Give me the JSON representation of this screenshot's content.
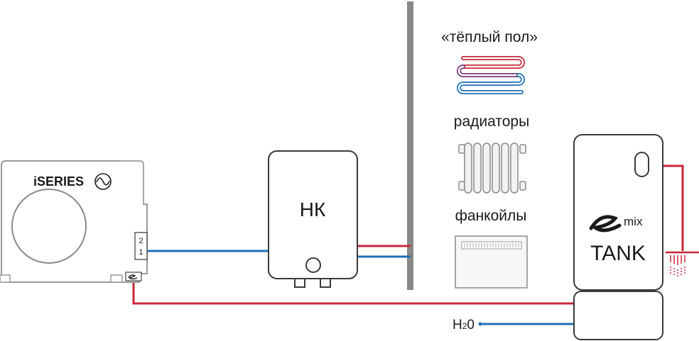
{
  "heat_pump": {
    "brand": "iSERIES",
    "connector_top": "2",
    "connector_bottom": "1"
  },
  "hydro_module": {
    "label": "НК"
  },
  "emitters": {
    "floor_label": "«тёплый пол»",
    "radiators_label": "радиаторы",
    "fancoils_label": "фанкойлы"
  },
  "tank": {
    "logo_letter": "e",
    "logo_mix": "mix",
    "label": "TANK"
  },
  "water_inlet": {
    "label_h": "H",
    "label_sub": "2",
    "label_o": "0"
  },
  "colors": {
    "supply_red": "#c8283a",
    "return_blue": "#1f6fb5",
    "outline_gray": "#8a8a8a",
    "wall_gray": "#888888"
  }
}
